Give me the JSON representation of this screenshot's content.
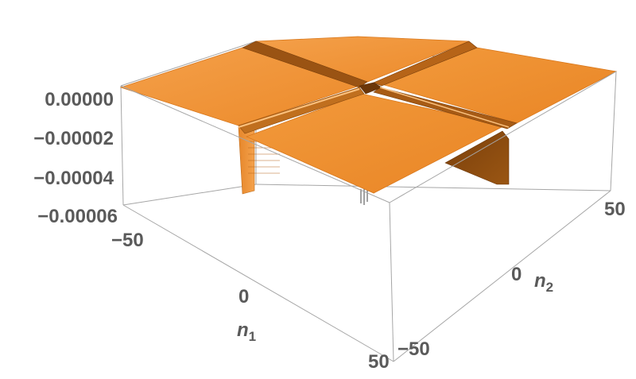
{
  "chart_data": {
    "type": "surface3d",
    "title": "",
    "x_axis": {
      "label_base": "n",
      "label_sub": "1",
      "range": [
        -60,
        50
      ],
      "ticks": [
        {
          "value": -50,
          "label": "−50"
        },
        {
          "value": 0,
          "label": "0"
        },
        {
          "value": 50,
          "label": "50"
        }
      ]
    },
    "y_axis": {
      "label_base": "n",
      "label_sub": "2",
      "range": [
        -60,
        60
      ],
      "ticks": [
        {
          "value": -50,
          "label": "−50"
        },
        {
          "value": 0,
          "label": "0"
        },
        {
          "value": 50,
          "label": "50"
        }
      ]
    },
    "z_axis": {
      "label": "",
      "range": [
        -6e-05,
        0.0
      ],
      "ticks": [
        {
          "value": 0.0,
          "label": "0.00000"
        },
        {
          "value": -2e-05,
          "label": "−0.00002"
        },
        {
          "value": -4e-05,
          "label": "−0.00004"
        },
        {
          "value": -6e-05,
          "label": "−0.00006"
        }
      ]
    },
    "surface": {
      "plateau_value": 0.0,
      "trough_min": -6e-05,
      "trough_lines": [
        {
          "axis": "n1",
          "at": 0
        },
        {
          "axis": "n2",
          "at": 0
        }
      ],
      "color": "#f0922b"
    },
    "box": true,
    "grid": false,
    "legend": "none"
  }
}
